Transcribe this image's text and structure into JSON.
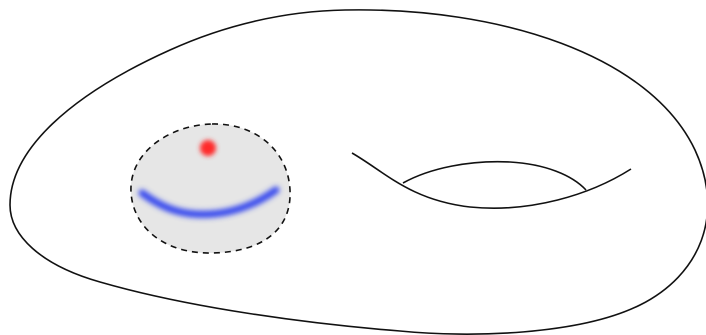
{
  "diagram": {
    "colors": {
      "background": "#ffffff",
      "outline": "#111111",
      "patch_fill": "#e6e6e6",
      "patch_border": "#111111",
      "point": "#ff2a2a",
      "curve": "#3344ee"
    },
    "elements": [
      "torus-surface",
      "torus-hole",
      "local-patch",
      "patch-point",
      "patch-curve"
    ]
  }
}
